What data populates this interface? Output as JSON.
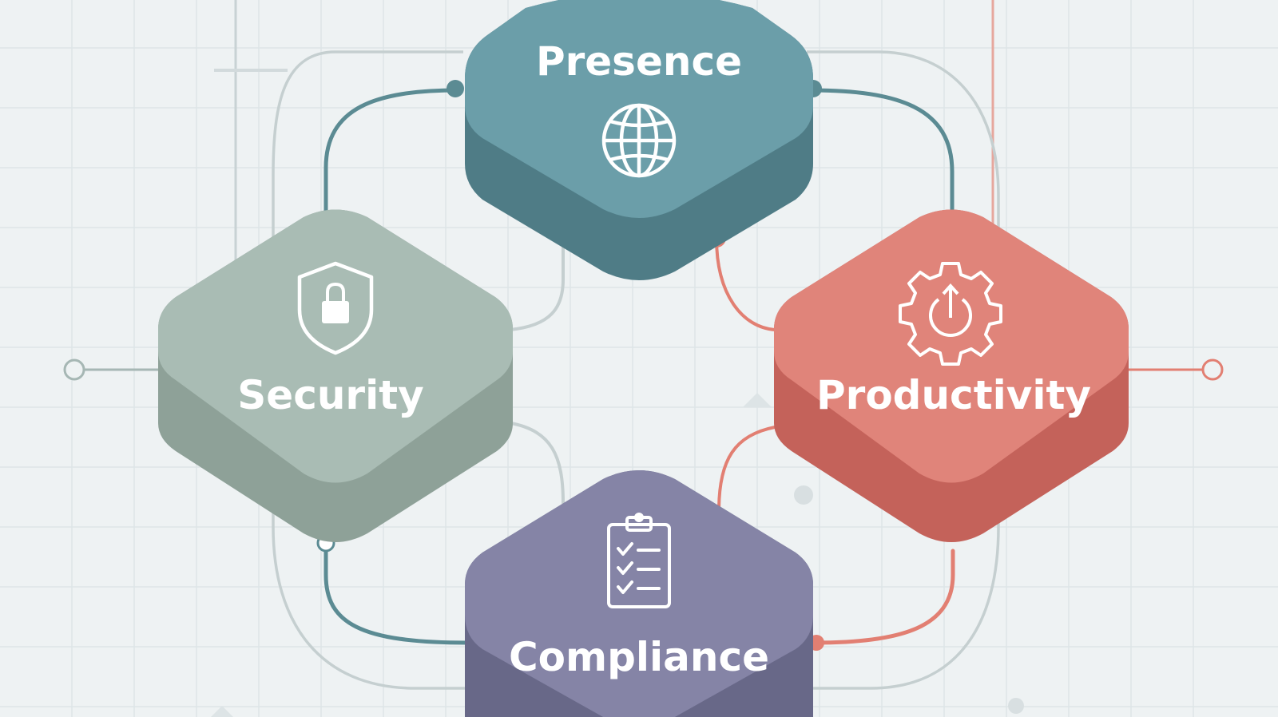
{
  "diagram": {
    "nodes": [
      {
        "id": "presence",
        "label": "Presence",
        "icon": "globe-icon",
        "color": "#6b9ea9"
      },
      {
        "id": "security",
        "label": "Security",
        "icon": "shield-lock-icon",
        "color": "#a9bcb4"
      },
      {
        "id": "productivity",
        "label": "Productivity",
        "icon": "gear-power-icon",
        "color": "#e0847a"
      },
      {
        "id": "compliance",
        "label": "Compliance",
        "icon": "clipboard-checklist-icon",
        "color": "#8584a6"
      }
    ],
    "colors": {
      "background": "#eef2f3",
      "grid": "#dde5e8",
      "connector_teal": "#5b8b93",
      "connector_coral": "#e27f72",
      "connector_grey": "#c5cfd0"
    }
  }
}
